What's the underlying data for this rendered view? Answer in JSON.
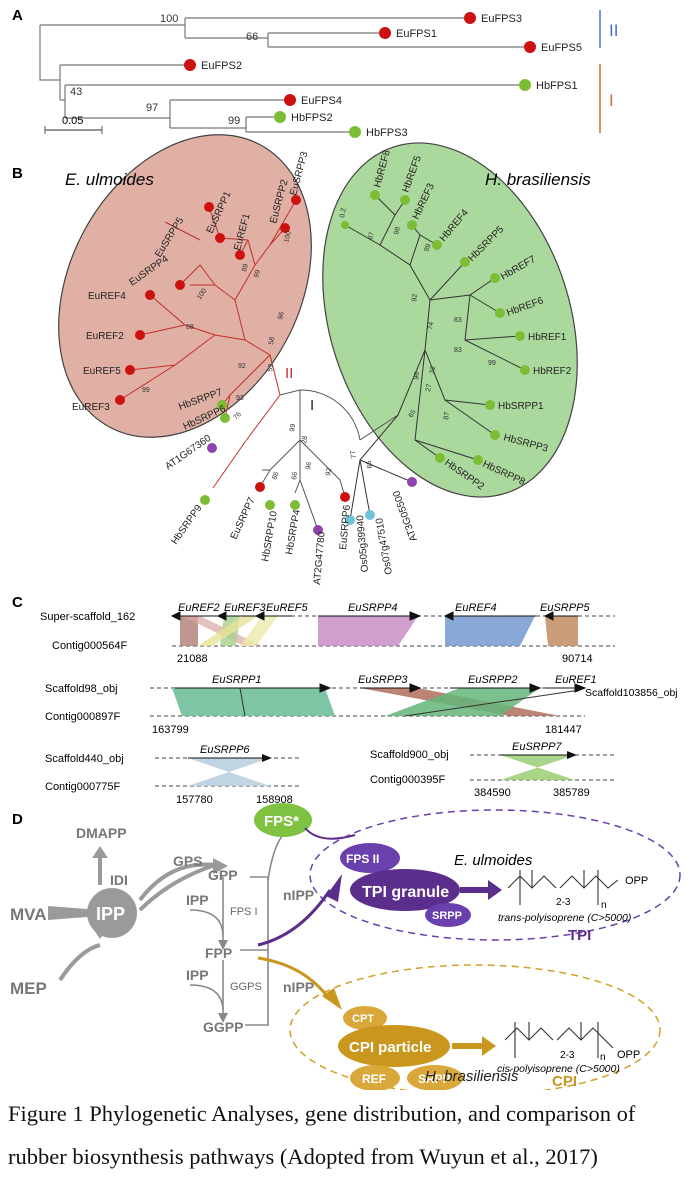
{
  "panels": {
    "a": {
      "label": "A",
      "leaves": [
        "EuFPS3",
        "EuFPS1",
        "EuFPS5",
        "EuFPS2",
        "HbFPS1",
        "EuFPS4",
        "HbFPS2",
        "HbFPS3"
      ],
      "bootstrap": [
        "100",
        "66",
        "43",
        "97",
        "99"
      ],
      "scale_label": "0.05",
      "groups": [
        "II",
        "I"
      ]
    },
    "b": {
      "label": "B",
      "species_eu": "E. ulmoides",
      "species_hb": "H. brasiliensis",
      "eu_genes": [
        "EuSRPP3",
        "EuSRPP2",
        "EuREF1",
        "EuSRPP1",
        "EuSRPP5",
        "EuSRPP4",
        "EuREF4",
        "EuREF2",
        "EuREF5",
        "EuREF3"
      ],
      "hb_genes": [
        "HbREF8",
        "HbREF5",
        "HbREF3",
        "HbREF4",
        "HbSRPP5",
        "HbREF7",
        "HbREF6",
        "HbREF1",
        "HbREF2",
        "HbSRPP1",
        "HbSRPP3",
        "HbSRPP8",
        "HbSRPP2"
      ],
      "outer_genes": [
        "HbSRPP7",
        "HbSRPP6",
        "AT1G67360",
        "HbSRPP9",
        "EuSRPP7",
        "HbSRPP10",
        "HbSRPP4",
        "AT2G47780",
        "EuSRPP6",
        "Os05g39940",
        "Os07g47510",
        "AT3G05500"
      ],
      "bootstrap_eu": [
        "100",
        "89",
        "99",
        "100",
        "88",
        "92",
        "99",
        "58",
        "59",
        "96"
      ],
      "bootstrap_hb": [
        "0.2",
        "87",
        "98",
        "99",
        "92",
        "74",
        "83",
        "83",
        "99",
        "96",
        "87",
        "27",
        "65",
        "32"
      ],
      "bootstrap_out": [
        "93",
        "76",
        "99",
        "86",
        "66",
        "96",
        "92",
        "28",
        "77",
        "66"
      ],
      "clade_labels": [
        "II",
        "I"
      ]
    },
    "c": {
      "label": "C",
      "blocks": [
        {
          "top_name": "Super-scaffold_162",
          "bottom_name": "Contig000564F",
          "genes": [
            "EuREF2",
            "EuREF3",
            "EuREF5",
            "EuSRPP4",
            "EuREF4",
            "EuSRPP5"
          ],
          "start": "21088",
          "end": "90714"
        },
        {
          "top_name": "Scaffold98_obj",
          "bottom_name": "Contig000897F",
          "genes": [
            "EuSRPP1",
            "EuSRPP3",
            "EuSRPP2",
            "EuREF1"
          ],
          "extra": "Scaffold103856_obj",
          "start": "163799",
          "end": "181447"
        },
        {
          "top_name": "Scaffold440_obj",
          "bottom_name": "Contig000775F",
          "genes": [
            "EuSRPP6"
          ],
          "start": "157780",
          "end": "158908"
        },
        {
          "top_name": "Scaffold900_obj",
          "bottom_name": "Contig000395F",
          "genes": [
            "EuSRPP7"
          ],
          "start": "384590",
          "end": "385789"
        }
      ]
    },
    "d": {
      "label": "D",
      "dmapp": "DMAPP",
      "idi": "IDI",
      "mva": "MVA",
      "mep": "MEP",
      "ipp_center": "IPP",
      "gps": "GPS",
      "gpp": "GPP",
      "ipp1": "IPP",
      "fps1": "FPS I",
      "fpp": "FPP",
      "ipp2": "IPP",
      "ggps": "GGPS",
      "ggpp": "GGPP",
      "fps_star": "FPS*",
      "nipp1": "nIPP",
      "nipp2": "nIPP",
      "fps2": "FPS II",
      "tpi_granule": "TPI granule",
      "srpp": "SRPP",
      "eu_species": "E. ulmoides",
      "tpi_poly": "trans-polyisoprene (C>5000)",
      "tpi": "TPI",
      "cpt": "CPT",
      "cpi_particle": "CPI particle",
      "ref": "REF",
      "srpp2": "SRPP",
      "hb_species": "H. brasiliensis",
      "cpi_poly": "cis-polyisoprene (C>5000)",
      "cpi": "CPI",
      "opp": "OPP",
      "n": "n",
      "repeat": "2-3"
    }
  },
  "caption": "Figure 1 Phylogenetic Analyses, gene distribution, and comparison of rubber biosynthesis pathways (Adopted from Wuyun et al., 2017)"
}
